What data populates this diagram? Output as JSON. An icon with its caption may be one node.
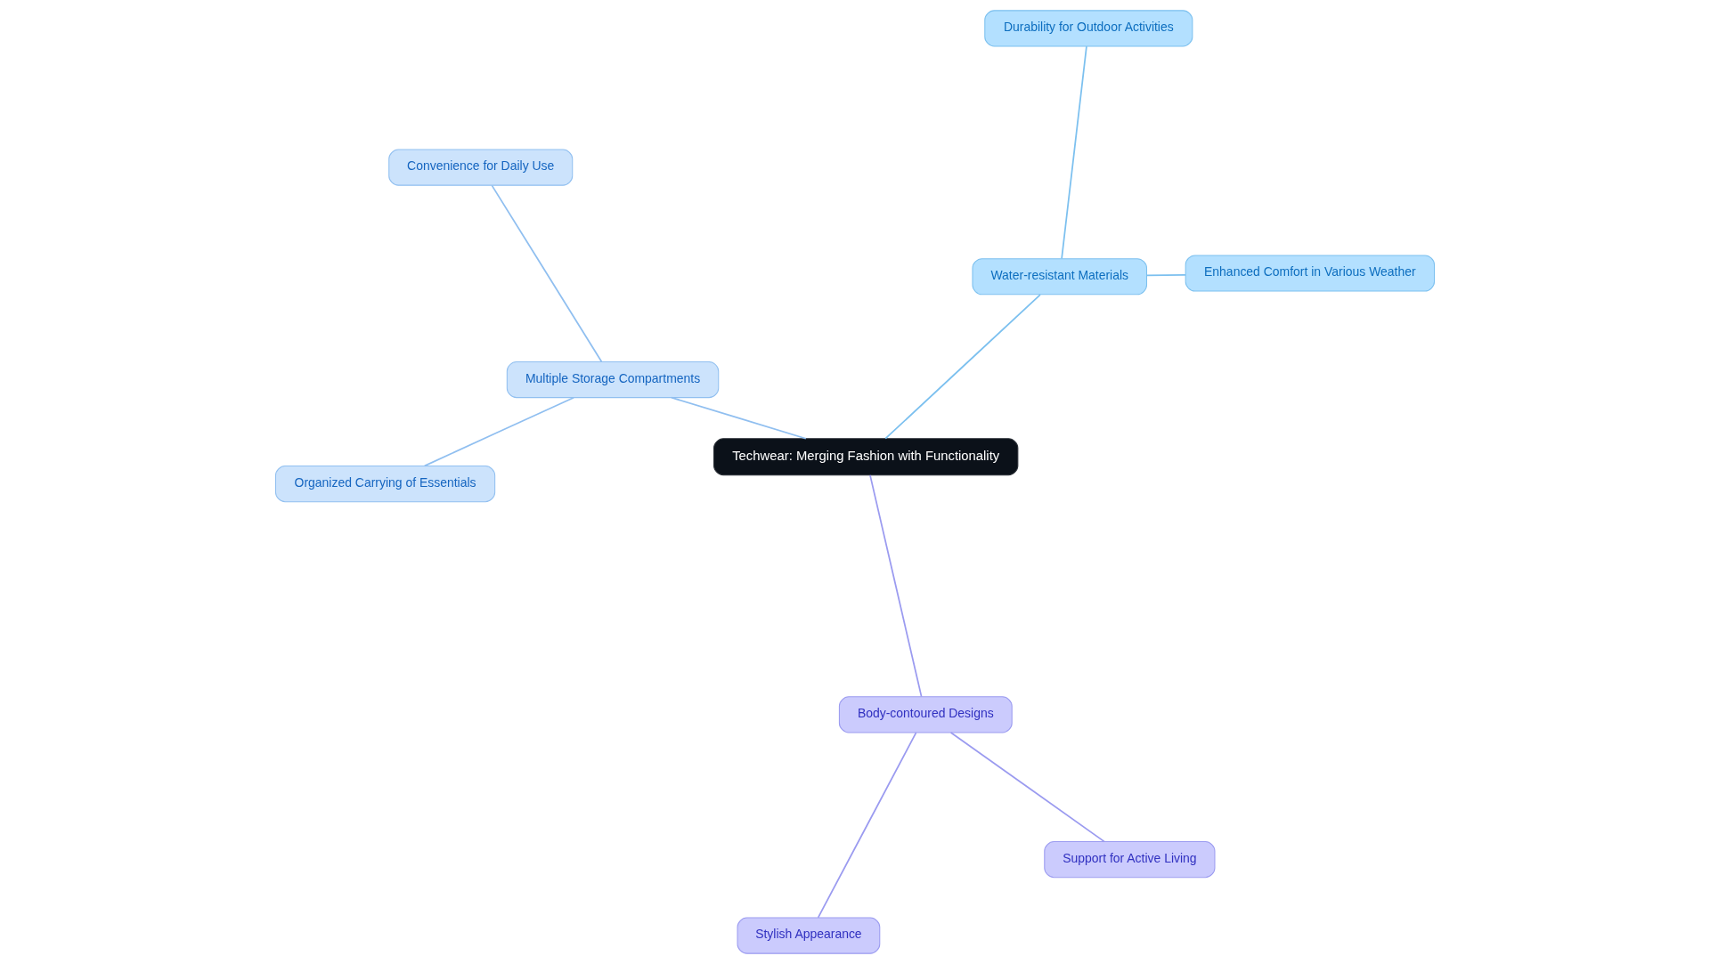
{
  "diagram": {
    "nodes": [
      {
        "text": [
          "Techwear: Merging Fashion with Functionality"
        ]
      },
      {
        "text": [
          "Water-resistant Materials"
        ]
      },
      {
        "text": [
          "Enhanced Comfort in Various Weather"
        ]
      },
      {
        "text": [
          "Durability for Outdoor Activities"
        ]
      },
      {
        "text": [
          "Multiple Storage Compartments"
        ]
      },
      {
        "text": [
          "Convenience for Daily Use"
        ]
      },
      {
        "text": [
          "Organized Carrying of Essentials"
        ]
      },
      {
        "text": [
          "Body-contoured Designs"
        ]
      },
      {
        "text": [
          "Stylish Appearance"
        ]
      },
      {
        "text": [
          "Support for Active Living"
        ]
      }
    ],
    "edges": [
      {
        "from": 0,
        "to": 1,
        "arrow": "none",
        "color": "#7cc0ef"
      },
      {
        "from": 1,
        "to": 2,
        "arrow": "none",
        "color": "#7cc0ef"
      },
      {
        "from": 1,
        "to": 3,
        "arrow": "none",
        "color": "#7cc0ef"
      },
      {
        "from": 0,
        "to": 4,
        "arrow": "none",
        "color": "#90bff0"
      },
      {
        "from": 4,
        "to": 5,
        "arrow": "none",
        "color": "#90bff0"
      },
      {
        "from": 4,
        "to": 6,
        "arrow": "none",
        "color": "#90bff0"
      },
      {
        "from": 0,
        "to": 7,
        "arrow": "none",
        "color": "#9b9bf0"
      },
      {
        "from": 7,
        "to": 8,
        "arrow": "none",
        "color": "#9b9bf0"
      },
      {
        "from": 7,
        "to": 9,
        "arrow": "none",
        "color": "#9b9bf0"
      }
    ]
  }
}
